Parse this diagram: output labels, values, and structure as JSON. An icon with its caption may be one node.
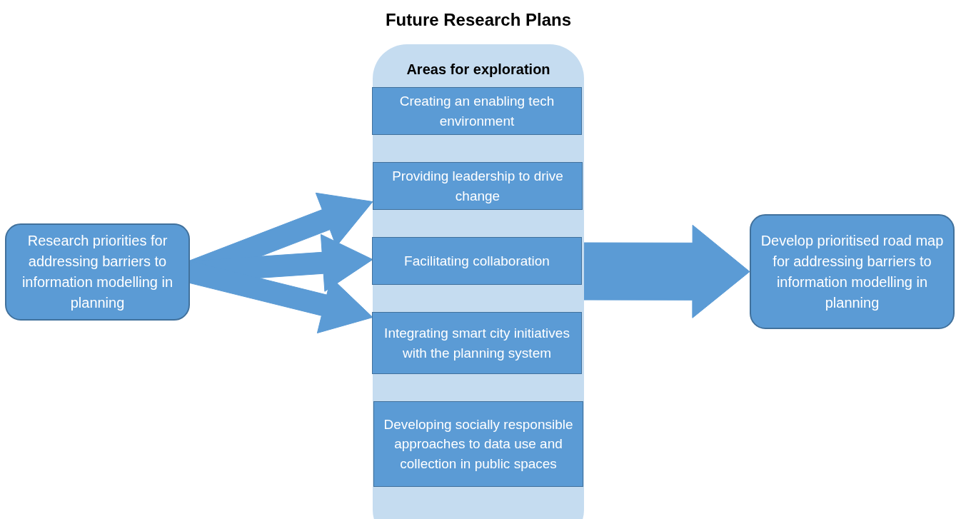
{
  "diagram": {
    "title": "Future Research Plans",
    "nodes": [
      {
        "text": [
          "Research priorities for addressing barriers to information modelling in planning"
        ]
      },
      {
        "text": [
          "Areas for exploration"
        ]
      },
      {
        "text": [
          "Creating an enabling tech environment"
        ],
        "in": 1
      },
      {
        "text": [
          "Providing leadership to drive change"
        ],
        "in": 1
      },
      {
        "text": [
          "Facilitating collaboration"
        ],
        "in": 1
      },
      {
        "text": [
          "Integrating smart city initiatives with the planning system"
        ],
        "in": 1
      },
      {
        "text": [
          "Developing socially responsible approaches to data use and collection in public spaces"
        ],
        "in": 1
      },
      {
        "text": [
          "Develop prioritised road map for addressing barriers to information modelling in planning"
        ]
      }
    ],
    "edges": [
      {
        "from": 0,
        "to": 1,
        "arrow": "to",
        "style": "thick"
      },
      {
        "from": 0,
        "to": 1,
        "arrow": "to",
        "style": "thick"
      },
      {
        "from": 0,
        "to": 1,
        "arrow": "to",
        "style": "thick"
      },
      {
        "from": 1,
        "to": 7,
        "arrow": "to",
        "style": "thick"
      }
    ]
  }
}
